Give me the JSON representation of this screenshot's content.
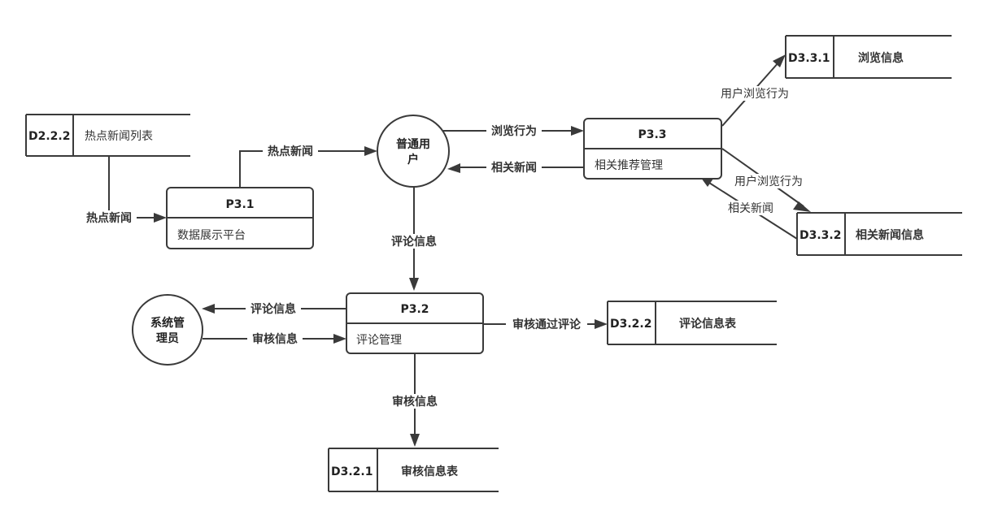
{
  "diagram": {
    "type": "data-flow-diagram",
    "entities": [
      {
        "id": "user",
        "name_line1": "普通用",
        "name_line2": "户"
      },
      {
        "id": "admin",
        "name_line1": "系统管",
        "name_line2": "理员"
      }
    ],
    "processes": [
      {
        "id": "P3.1",
        "name": "数据展示平台"
      },
      {
        "id": "P3.2",
        "name": "评论管理"
      },
      {
        "id": "P3.3",
        "name": "相关推荐管理"
      }
    ],
    "stores": [
      {
        "id": "D2.2.2",
        "name": "热点新闻列表"
      },
      {
        "id": "D3.3.1",
        "name": "浏览信息"
      },
      {
        "id": "D3.3.2",
        "name": "相关新闻信息"
      },
      {
        "id": "D3.2.2",
        "name": "评论信息表"
      },
      {
        "id": "D3.2.1",
        "name": "审核信息表"
      }
    ],
    "flows": [
      {
        "from": "D2.2.2",
        "to": "P3.1",
        "label": "热点新闻"
      },
      {
        "from": "P3.1",
        "to": "user",
        "label": "热点新闻"
      },
      {
        "from": "user",
        "to": "P3.3",
        "label": "浏览行为"
      },
      {
        "from": "P3.3",
        "to": "user",
        "label": "相关新闻"
      },
      {
        "from": "P3.3",
        "to": "D3.3.1",
        "label": "用户浏览行为"
      },
      {
        "from": "P3.3",
        "to": "D3.3.2",
        "label": "用户浏览行为"
      },
      {
        "from": "D3.3.2",
        "to": "P3.3",
        "label": "相关新闻"
      },
      {
        "from": "user",
        "to": "P3.2",
        "label": "评论信息"
      },
      {
        "from": "P3.2",
        "to": "admin",
        "label": "评论信息"
      },
      {
        "from": "admin",
        "to": "P3.2",
        "label": "审核信息"
      },
      {
        "from": "P3.2",
        "to": "D3.2.2",
        "label": "审核通过评论"
      },
      {
        "from": "P3.2",
        "to": "D3.2.1",
        "label": "审核信息"
      }
    ]
  }
}
